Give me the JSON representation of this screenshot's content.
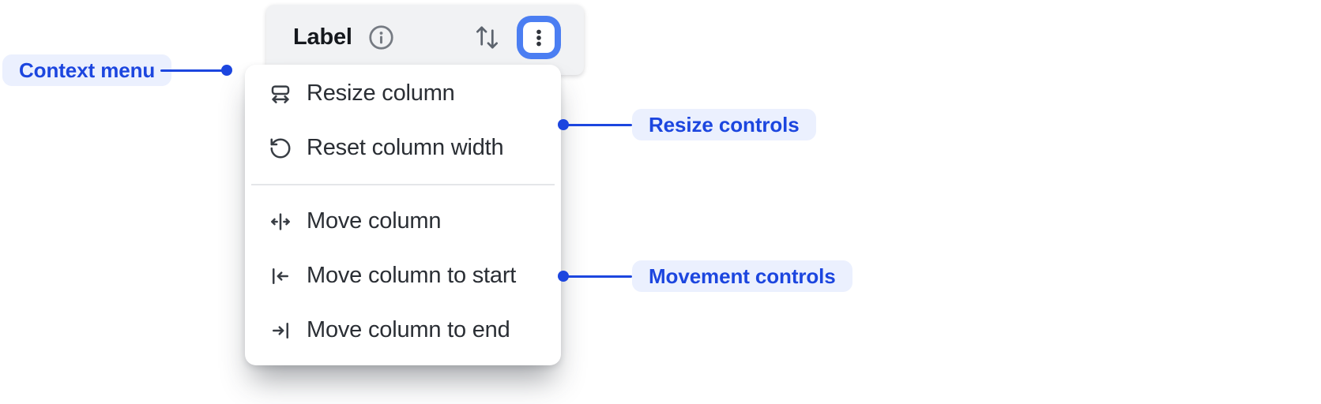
{
  "header": {
    "column_label": "Label",
    "info_icon": "info-icon",
    "sort_icon": "sort-arrows-icon",
    "menu_button_icon": "kebab-menu-icon"
  },
  "context_menu": {
    "resize_group": {
      "items": [
        {
          "icon": "resize-column-icon",
          "label": "Resize column"
        },
        {
          "icon": "reset-column-width-icon",
          "label": "Reset column width"
        }
      ]
    },
    "movement_group": {
      "items": [
        {
          "icon": "move-column-icon",
          "label": "Move column"
        },
        {
          "icon": "move-column-to-start-icon",
          "label": "Move column to start"
        },
        {
          "icon": "move-column-to-end-icon",
          "label": "Move column to end"
        }
      ]
    }
  },
  "annotations": {
    "context_menu_label": "Context menu",
    "resize_controls_label": "Resize controls",
    "movement_controls_label": "Movement controls"
  },
  "colors": {
    "accent_blue": "#1c46df",
    "annotation_pill_bg": "#ebf0fe",
    "focus_ring_blue": "#4b7ef2",
    "header_tile_bg": "#f1f2f4",
    "menu_bg": "#ffffff",
    "menu_item_text": "#2a2e34",
    "header_label_text": "#15181d",
    "icon_gray": "#5d646e"
  }
}
